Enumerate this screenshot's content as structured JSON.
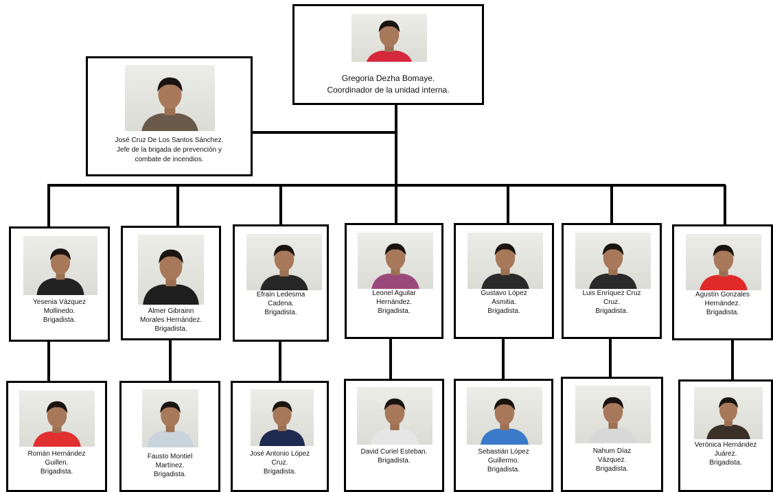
{
  "top": {
    "name": "Gregoria Dezha Bomaye.",
    "role": "Coordinador de la unidad interna.",
    "shirt": "#d5283c"
  },
  "chief": {
    "lines": [
      "José Cruz De Los Santos Sánchez.",
      "Jefe de la brigada de prevención y",
      "combate de incendios."
    ],
    "shirt": "#6a5a4a"
  },
  "row1": [
    {
      "lines": [
        "Yesenia Vázquez",
        "Mollinedo.",
        "Brigadista."
      ],
      "shirt": "#222222"
    },
    {
      "lines": [
        "Almer Gibrainn",
        "Morales Hernández.",
        "Brigadista."
      ],
      "shirt": "#1e1e1e"
    },
    {
      "lines": [
        "Efraín Ledesma",
        "Cadena.",
        "Brigadista."
      ],
      "shirt": "#262626"
    },
    {
      "lines": [
        "Leonel Aguilar",
        "Hernández.",
        "Brigadista."
      ],
      "shirt": "#9a4a7a"
    },
    {
      "lines": [
        "Gustavo López",
        "Asmitia.",
        "Brigadista."
      ],
      "shirt": "#2a2a2a"
    },
    {
      "lines": [
        "Luis Enríquez Cruz",
        "Cruz.",
        "Brigadista."
      ],
      "shirt": "#2a2a2a"
    },
    {
      "lines": [
        "Agustín Gonzales",
        "Hernández.",
        "Brigadista."
      ],
      "shirt": "#e02a2a"
    }
  ],
  "row2": [
    {
      "lines": [
        "Román Hernández",
        "Guillen.",
        "Brigadista."
      ],
      "shirt": "#e03030"
    },
    {
      "lines": [
        "Fausto Montiel",
        "Martínez.",
        "Brigadista."
      ],
      "shirt": "#c9d3dc"
    },
    {
      "lines": [
        "José Antonio López",
        "Cruz.",
        "Brigadista."
      ],
      "shirt": "#1e2a50"
    },
    {
      "lines": [
        "David Curiel Esteban.",
        "Brigadista."
      ],
      "shirt": "#e6e6e6"
    },
    {
      "lines": [
        "Sebastián López",
        "Guillermo.",
        "Brigadista."
      ],
      "shirt": "#3a7ac8"
    },
    {
      "lines": [
        "Nahum Díaz",
        "Vázquez.",
        "Brigadista."
      ],
      "shirt": "#d8d8d8"
    },
    {
      "lines": [
        "Verónica Hernández",
        "Juárez.",
        "Brigadista."
      ],
      "shirt": "#3a3028"
    }
  ]
}
